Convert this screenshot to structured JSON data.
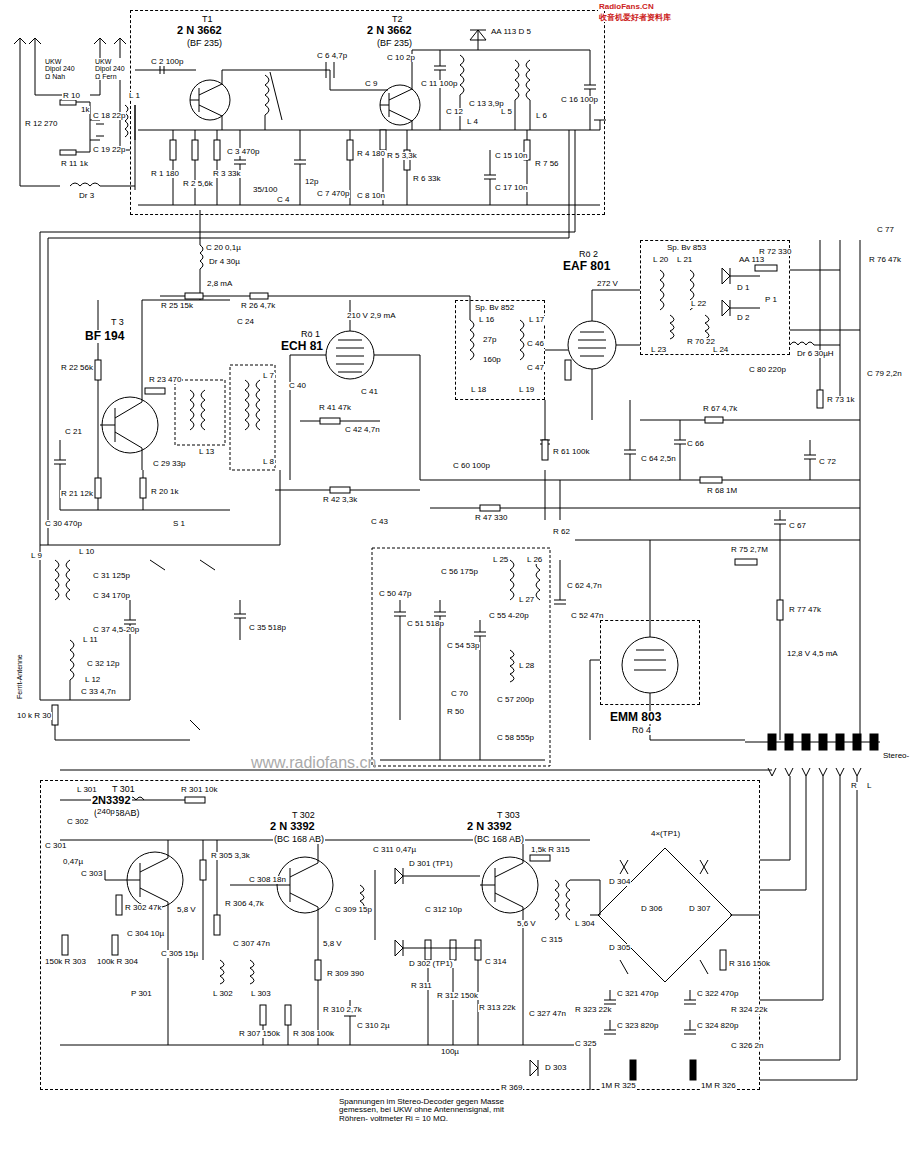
{
  "diagram": {
    "nodes": [
      {
        "text": [
          "T1",
          "2 N 3662",
          "(BF 235)",
          "T2",
          "2 N 3662",
          "(BF 235)"
        ]
      },
      {
        "text": [
          "T 301",
          "2N3392",
          "(BC168AB)",
          "T 302",
          "2 N 3392",
          "(BC 168 AB)",
          "T 303",
          "2 N 3392",
          "(BC 168 AB)"
        ]
      },
      {
        "text": [
          "EMM 803",
          "Rö 4"
        ]
      },
      {
        "text": [
          "Sp. Bv 853"
        ]
      },
      {
        "text": [
          "Sp. Bv 852"
        ]
      }
    ],
    "labels": [
      "RadioFans.CN",
      "收音机爱好者资料库",
      "UKW Dipol 240 Ω Nah",
      "UKW Dipol 240 Ω Fern",
      "R 10",
      "1k",
      "R 12 270",
      "C 18 22p",
      "C 19 22p",
      "R 11 1k",
      "L 1",
      "Dr 3",
      "C 2 100p",
      "R 1 180",
      "R 2 5,6k",
      "R 3 33k",
      "C 3 470p",
      "35/100",
      "C 4",
      "12p",
      "C 6 4,7p",
      "C 7 470p",
      "R 4 180",
      "C 8 10n",
      "C 9",
      "R 5 3,3k",
      "R 6 33k",
      "C 10 2p",
      "C 11 100p",
      "AA 113 D 5",
      "C 13 3,9p",
      "L 4",
      "L 5",
      "L 6",
      "C 16 100p",
      "R 7 56",
      "C 15 10n",
      "C 17 10n",
      "C 12",
      "Dr 4 30µ",
      "C 20 0,1µ",
      "2,8 mA",
      "R 25 15k",
      "R 26 4,7k",
      "C 24",
      "T 3",
      "BF 194",
      "R 22 56k",
      "R 23 470",
      "R 21 12k",
      "R 20 1k",
      "C 21",
      "C 29 33p",
      "C 30 470p",
      "L 13",
      "S 1",
      "Rö 1",
      "ECH 81",
      "210 V 2,9 mA",
      "C 40",
      "C 41",
      "R 41 47k",
      "C 42 4,7n",
      "R 42 3,3k",
      "C 43",
      "L 7",
      "L 8",
      "R 47 330",
      "C 60 100p",
      "R 61 100k",
      "R 62",
      "C 62 4,7n",
      "C 52 47n",
      "Rö 2",
      "EAF 801",
      "272 V",
      "L 16",
      "L 17",
      "L 18",
      "L 19",
      "27p",
      "160p",
      "C 46",
      "C 47",
      "L 20",
      "L 21",
      "L 22",
      "AA 113",
      "D 1",
      "D 2",
      "R 72 330",
      "P 1",
      "R 70 22",
      "L 23",
      "L 24",
      "R 67 4,7k",
      "R 68 1M",
      "C 66",
      "C 64 2,5n",
      "Dr 6 30µH",
      "C 80 220p",
      "R 75 2,7M",
      "R 77 47k",
      "12,8 V 4,5 mA",
      "C 77",
      "R 76 47k",
      "C 79 2,2n",
      "R 73 1k",
      "C 72",
      "C 67",
      "C 50 47p",
      "C 51 518p",
      "C 54 53p",
      "C 55 4-20p",
      "C 56 175p",
      "C 57 200p",
      "C 58 555p",
      "R 50",
      "L 25",
      "L 26",
      "L 27",
      "L 28",
      "C 70",
      "L 9",
      "L 10",
      "C 31 125p",
      "C 34 170p",
      "C 37 4,5-20p",
      "C 35 518p",
      "L 11",
      "C 32 12p",
      "C 33 4,7n",
      "Ferrit-Antenne",
      "10 k R 30",
      "L 12",
      "Stereo-",
      "R",
      "L",
      "www.radiofans.cn",
      "L 301",
      "240p",
      "C 302",
      "R 301 10k",
      "C 301",
      "0,47µ",
      "C 303",
      "R 302 47k",
      "150k R 303",
      "100k R 304",
      "P 301",
      "5,8 V",
      "R 305 3,3k",
      "C 304 10µ",
      "C 305 15µ",
      "R 306 4,7k",
      "C 307 47n",
      "L 302",
      "L 303",
      "C 308 18n",
      "R 307 150k",
      "R 308 100k",
      "R 309 390",
      "R 310 2,7k",
      "C 310 2µ",
      "5,8 V",
      "C 311 0,47µ",
      "C 309 15p",
      "D 301 (TP1)",
      "D 302 (TP1)",
      "C 312 10p",
      "R 311",
      "R 312 150k",
      "R 313 22k",
      "C 314",
      "1,5k R 315",
      "5,6 V",
      "C 315",
      "L 304",
      "C 327 47n",
      "D 303",
      "4×(TP1)",
      "D 304",
      "D 305",
      "D 306",
      "D 307",
      "R 316 150k",
      "C 321 470p",
      "C 322 470p",
      "C 323 820p",
      "C 324 820p",
      "R 323 22k",
      "R 324 22k",
      "C 325",
      "C 326 2n",
      "1M R 325",
      "1M R 326",
      "R 369",
      "100µ",
      "Spannungen im Stereo-Decoder gegen Masse gemessen, bei UKW ohne Antennensignal, mit Röhren- voltmeter Ri = 10 MΩ."
    ]
  }
}
